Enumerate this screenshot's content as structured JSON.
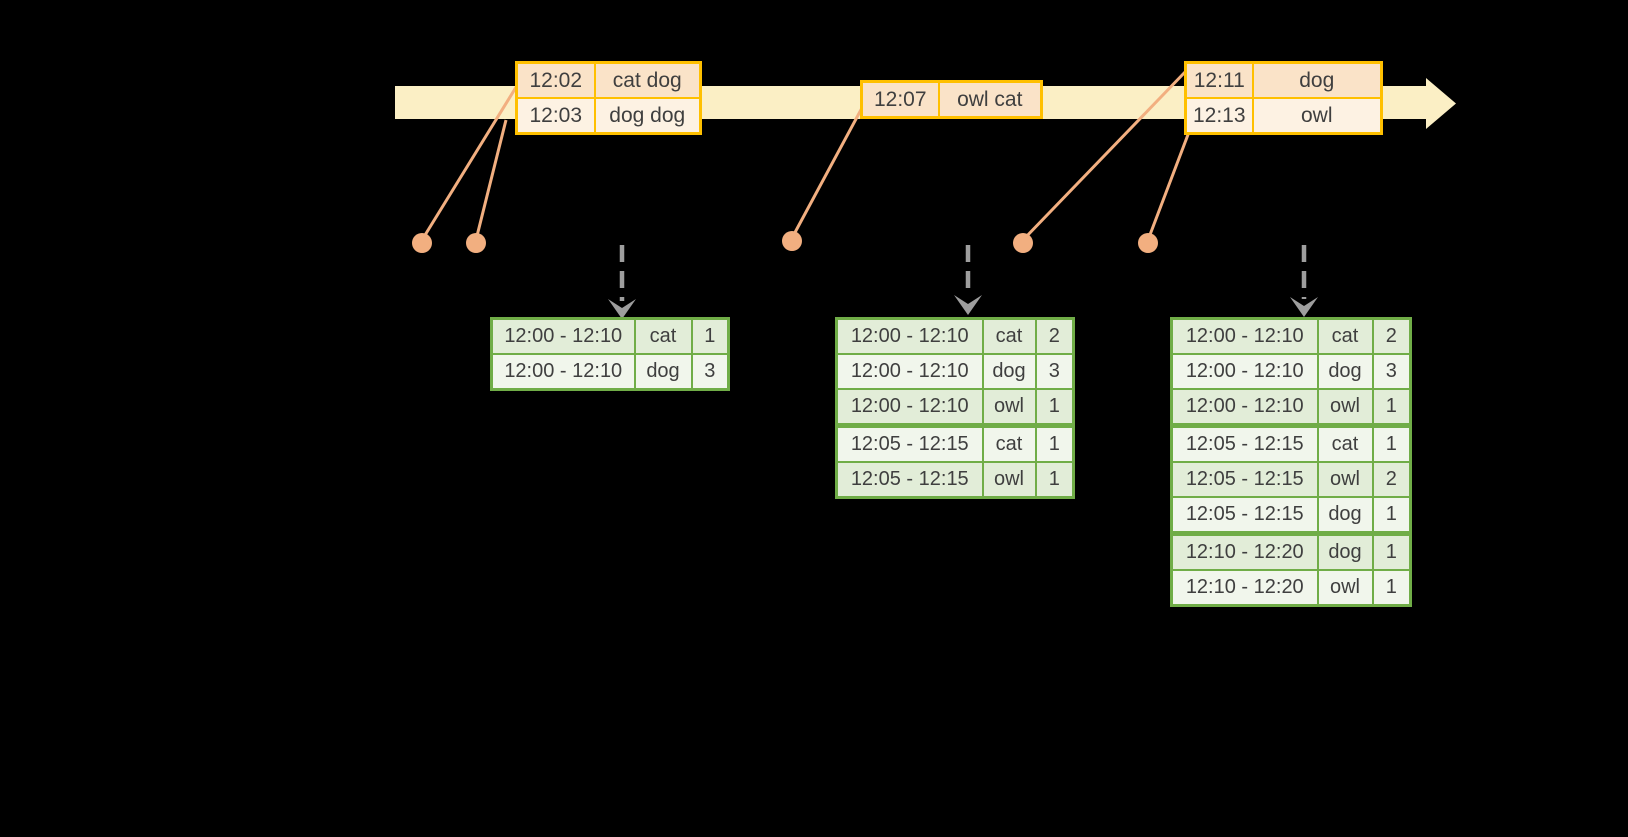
{
  "palette": {
    "background": "#000000",
    "timeline_fill": "#FBEFC5",
    "event_border": "#FFC000",
    "event_row_peach": "#FAE3C8",
    "event_row_cream": "#FDF2E3",
    "marker": "#F2AF80",
    "arrow_gray": "#9E9E9E",
    "result_border": "#70AD47",
    "result_row_tint": "#E2EDD8",
    "result_row_light": "#F1F6EC",
    "table_text": "#3F3F3F"
  },
  "event_tables": [
    {
      "rows": [
        {
          "time": "12:02",
          "words": "cat dog"
        },
        {
          "time": "12:03",
          "words": "dog dog"
        }
      ]
    },
    {
      "rows": [
        {
          "time": "12:07",
          "words": "owl cat"
        }
      ]
    },
    {
      "rows": [
        {
          "time": "12:11",
          "words": "dog"
        },
        {
          "time": "12:13",
          "words": "owl"
        }
      ]
    }
  ],
  "result_tables": [
    {
      "rows": [
        {
          "window": "12:00 - 12:10",
          "word": "cat",
          "count": "1"
        },
        {
          "window": "12:00 - 12:10",
          "word": "dog",
          "count": "3"
        }
      ]
    },
    {
      "rows": [
        {
          "window": "12:00 - 12:10",
          "word": "cat",
          "count": "2"
        },
        {
          "window": "12:00 - 12:10",
          "word": "dog",
          "count": "3"
        },
        {
          "window": "12:00 - 12:10",
          "word": "owl",
          "count": "1"
        },
        {
          "window": "12:05 - 12:15",
          "word": "cat",
          "count": "1"
        },
        {
          "window": "12:05 - 12:15",
          "word": "owl",
          "count": "1"
        }
      ]
    },
    {
      "rows": [
        {
          "window": "12:00 - 12:10",
          "word": "cat",
          "count": "2"
        },
        {
          "window": "12:00 - 12:10",
          "word": "dog",
          "count": "3"
        },
        {
          "window": "12:00 - 12:10",
          "word": "owl",
          "count": "1"
        },
        {
          "window": "12:05 - 12:15",
          "word": "cat",
          "count": "1"
        },
        {
          "window": "12:05 - 12:15",
          "word": "owl",
          "count": "2"
        },
        {
          "window": "12:05 - 12:15",
          "word": "dog",
          "count": "1"
        },
        {
          "window": "12:10 - 12:20",
          "word": "dog",
          "count": "1"
        },
        {
          "window": "12:10 - 12:20",
          "word": "owl",
          "count": "1"
        }
      ]
    }
  ]
}
